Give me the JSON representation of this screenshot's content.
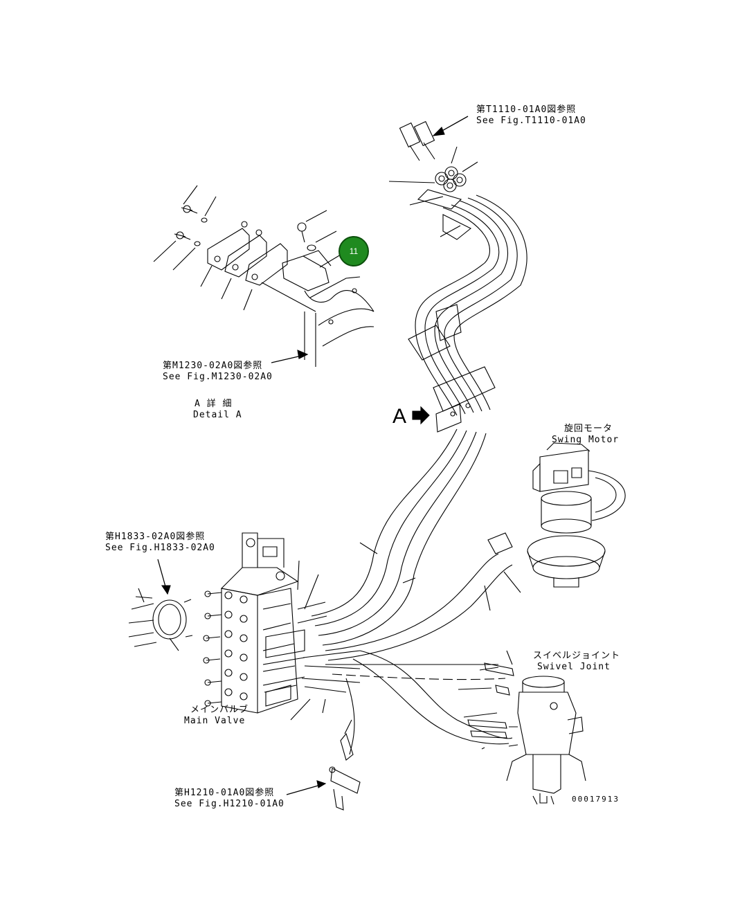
{
  "refs": {
    "t1110": {
      "jp": "第T1110-01A0図参照",
      "en": "See Fig.T1110-01A0"
    },
    "m1230": {
      "jp": "第M1230-02A0図参照",
      "en": "See Fig.M1230-02A0"
    },
    "h1833": {
      "jp": "第H1833-02A0図参照",
      "en": "See Fig.H1833-02A0"
    },
    "h1210": {
      "jp": "第H1210-01A0図参照",
      "en": "See Fig.H1210-01A0"
    }
  },
  "detail": {
    "jp": "A 詳 細",
    "en": "Detail A"
  },
  "view_marker": "A",
  "components": {
    "swing_motor": {
      "jp": "旋回モータ",
      "en": "Swing Motor"
    },
    "swivel_joint": {
      "jp": "スイベルジョイント",
      "en": "Swivel Joint"
    },
    "main_valve": {
      "jp": "メインバルブ",
      "en": "Main Valve"
    }
  },
  "callout": {
    "number": "11",
    "color": "#1f8a1f"
  },
  "drawing_number": "00017913"
}
